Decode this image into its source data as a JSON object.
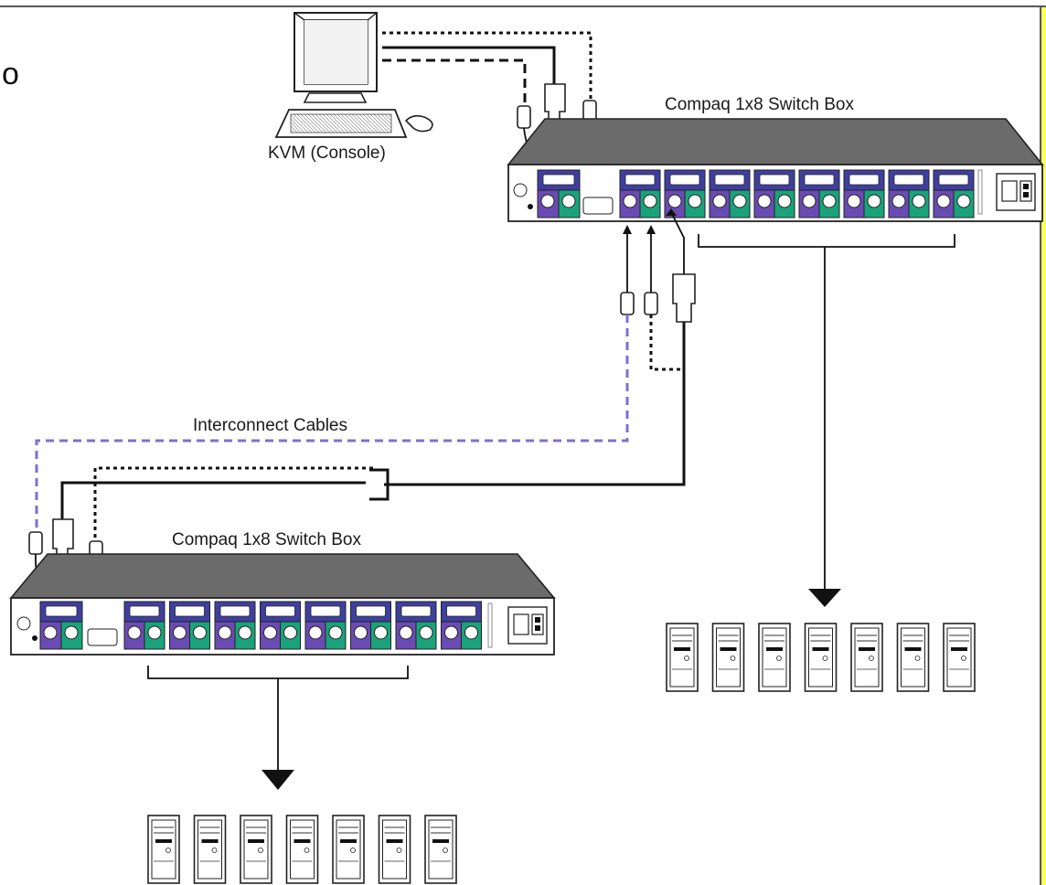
{
  "labels": {
    "console": "KVM (Console)",
    "top_switch_box": "Compaq 1x8 Switch Box",
    "bottom_switch_box": "Compaq 1x8 Switch Box",
    "interconnect_cables": "Interconnect Cables",
    "edge_glyph": "o"
  },
  "colors": {
    "port_blue": "#3f3fa0",
    "port_purple": "#6a4bb3",
    "port_green": "#1aa37a",
    "box_top": "#6b6b6b",
    "interconnect_dashed": "#7b6fd6",
    "right_edge_accent": "#ffff66"
  },
  "switch_boxes": [
    {
      "id": "top",
      "servers_attached": 7
    },
    {
      "id": "bottom",
      "servers_attached": 7
    }
  ]
}
